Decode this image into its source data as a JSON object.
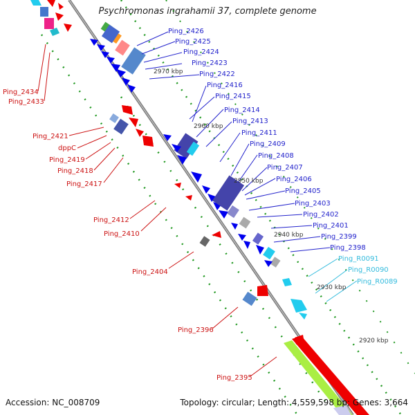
{
  "title": "Psychromonas ingrahamii 37, complete genome",
  "footer": {
    "accession": "Accession: NC_008709",
    "summary": "Topology: circular; Length: 4,559,598 bp; Genes: 3,664"
  },
  "scale_labels": [
    "2970 kbp",
    "2960 kbp",
    "2950 kbp",
    "2940 kbp",
    "2930 kbp",
    "2920 kbp"
  ],
  "labels_right_blue": [
    "Ping_2426",
    "Ping_2425",
    "Ping_2424",
    "Ping_2423",
    "Ping_2422",
    "Ping_2416",
    "Ping_2415",
    "Ping_2414",
    "Ping_2413",
    "Ping_2411",
    "Ping_2409",
    "Ping_2408",
    "Ping_2407",
    "Ping_2406",
    "Ping_2405",
    "Ping_2403",
    "Ping_2402",
    "Ping_2401",
    "Ping_2399",
    "Ping_2398"
  ],
  "labels_right_cyan": [
    "Ping_R0091",
    "Ping_R0090",
    "Ping_R0089"
  ],
  "labels_left_red": [
    "Ping_2434",
    "Ping_2433",
    "Ping_2421",
    "dppC",
    "Ping_2419",
    "Ping_2418",
    "Ping_2417",
    "Ping_2412",
    "Ping_2410",
    "Ping_2404",
    "Ping_2396",
    "Ping_2395"
  ],
  "colors": {
    "forward_cds": "#0000ee",
    "reverse_cds": "#ee0000",
    "rna": "#22ccee",
    "backbone": "#888888",
    "gc_dots": "#229922",
    "blue_label": "#2222cc",
    "red_label": "#cc1111",
    "cyan_label": "#33bbdd"
  }
}
